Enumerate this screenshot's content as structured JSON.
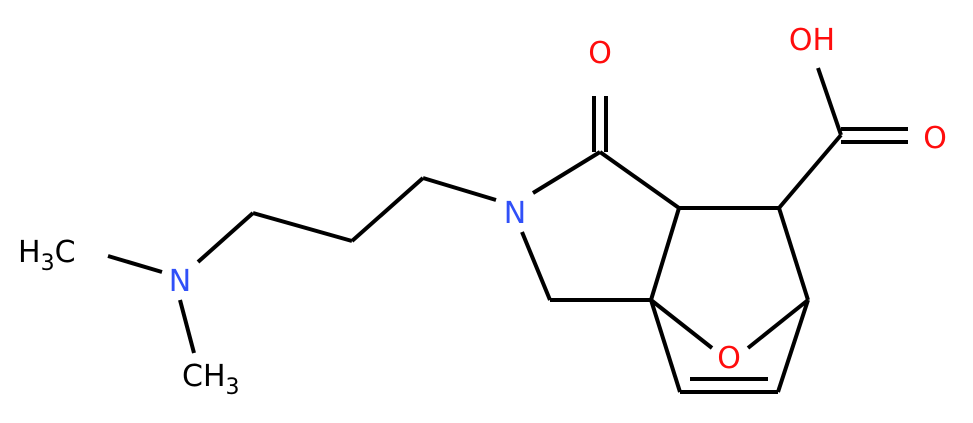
{
  "molecule": {
    "atoms": {
      "ketone_o": "O",
      "acid_oh": "OH",
      "acid_o": "O",
      "amide_n": "N",
      "amine_n": "N",
      "methyl_top": "H3C",
      "methyl_top_main": "H",
      "methyl_top_sub": "3",
      "methyl_top_c": "C",
      "methyl_bottom_main": "CH",
      "methyl_bottom_sub": "3",
      "bridge_o": "O"
    }
  },
  "colors": {
    "bond": "#000000",
    "oxygen": "#ff0d0d",
    "nitrogen": "#3050f8"
  }
}
